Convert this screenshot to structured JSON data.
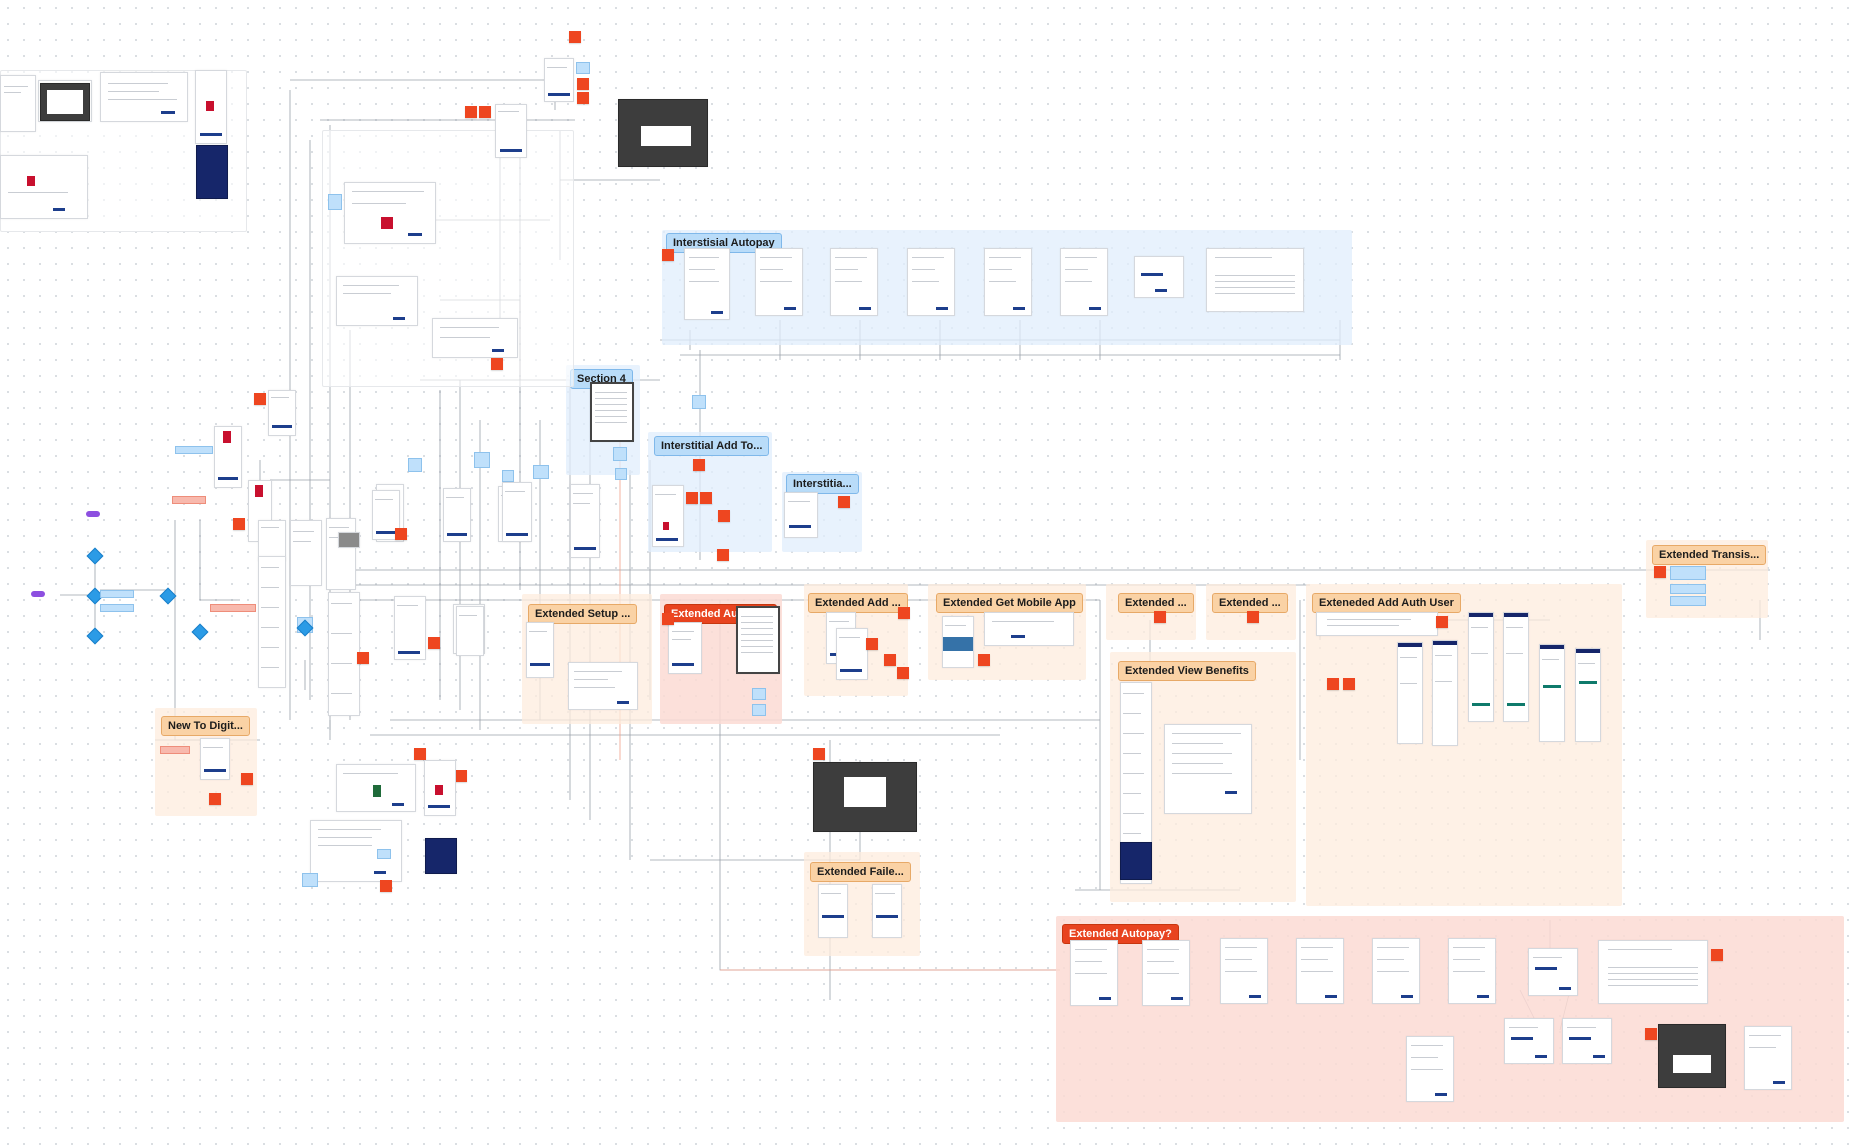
{
  "board": {
    "background": "#ffffff",
    "grid_dot_color": "#d7dbe0"
  },
  "colors": {
    "section_blue": "#e0eefc",
    "section_orange": "#fdecde",
    "section_red": "#fcdad4",
    "tag_blue": "#b9dcf9",
    "tag_orange": "#fad2a5",
    "tag_red": "#e8431f",
    "sticky_red": "#ee4620",
    "flow_diamond": "#2b9be6",
    "flow_pill": "#8d4fe0",
    "brand_navy": "#1d3e8c"
  },
  "sections": [
    {
      "id": "interstisial-autopay",
      "label": "Interstisial Autopay",
      "style": "blue"
    },
    {
      "id": "section-4",
      "label": "Section 4",
      "style": "blue"
    },
    {
      "id": "interstitial-add-to",
      "label": "Interstitial Add To...",
      "style": "blue"
    },
    {
      "id": "interstitia",
      "label": "Interstitia...",
      "style": "blue"
    },
    {
      "id": "extended-setup",
      "label": "Extended Setup ...",
      "style": "orange"
    },
    {
      "id": "extended-autopa",
      "label": "Extended Autopa...",
      "style": "red"
    },
    {
      "id": "extended-add",
      "label": "Extended Add ...",
      "style": "orange"
    },
    {
      "id": "extended-get-mobile-app",
      "label": "Extended Get Mobile App",
      "style": "orange"
    },
    {
      "id": "extended-1",
      "label": "Extended ...",
      "style": "orange"
    },
    {
      "id": "extended-2",
      "label": "Extended ...",
      "style": "orange"
    },
    {
      "id": "exteneded-add-auth-user",
      "label": "Exteneded Add Auth User",
      "style": "orange"
    },
    {
      "id": "extended-transis",
      "label": "Extended Transis...",
      "style": "orange"
    },
    {
      "id": "extended-view-benefits",
      "label": "Extended View Benefits",
      "style": "orange"
    },
    {
      "id": "new-to-digit",
      "label": "New To Digit...",
      "style": "orange"
    },
    {
      "id": "extended-faile",
      "label": "Extended Faile...",
      "style": "orange"
    },
    {
      "id": "extended-autopay-q",
      "label": "Extended Autopay?",
      "style": "red"
    }
  ]
}
